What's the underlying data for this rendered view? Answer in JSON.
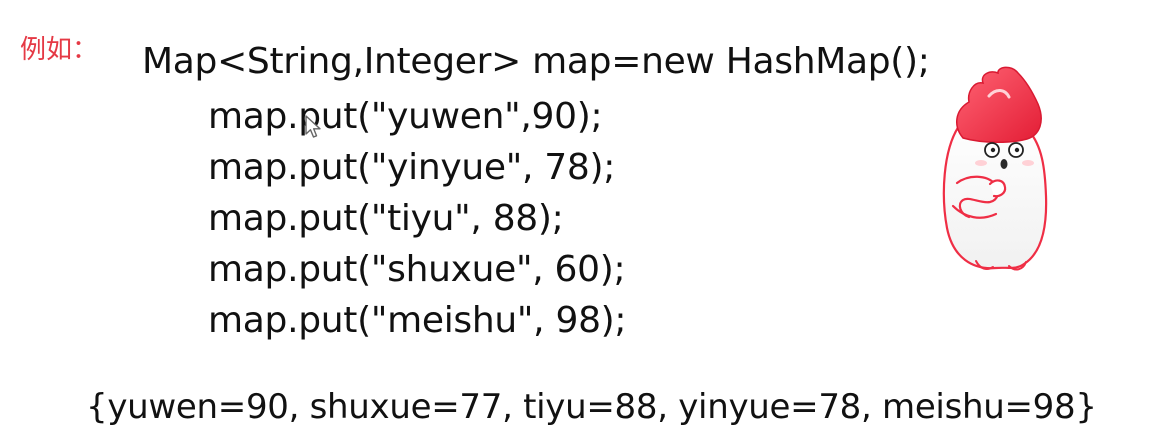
{
  "example_label": "例如：",
  "code_lines": [
    "Map<String,Integer> map=new HashMap();",
    "map.put(\"yuwen\",90);",
    "map.put(\"yinyue\", 78);",
    "map.put(\"tiyu\", 88);",
    "map.put(\"shuxue\", 60);",
    "map.put(\"meishu\", 98);"
  ],
  "result_text": "{yuwen=90, shuxue=77, tiyu=88, yinyue=78, meishu=98}",
  "colors": {
    "label_red": "#e53945",
    "mascot_red": "#ee2f45",
    "text": "#111111"
  },
  "icons": {
    "cursor": "mouse-pointer-icon",
    "mascot": "mascot-icon"
  }
}
